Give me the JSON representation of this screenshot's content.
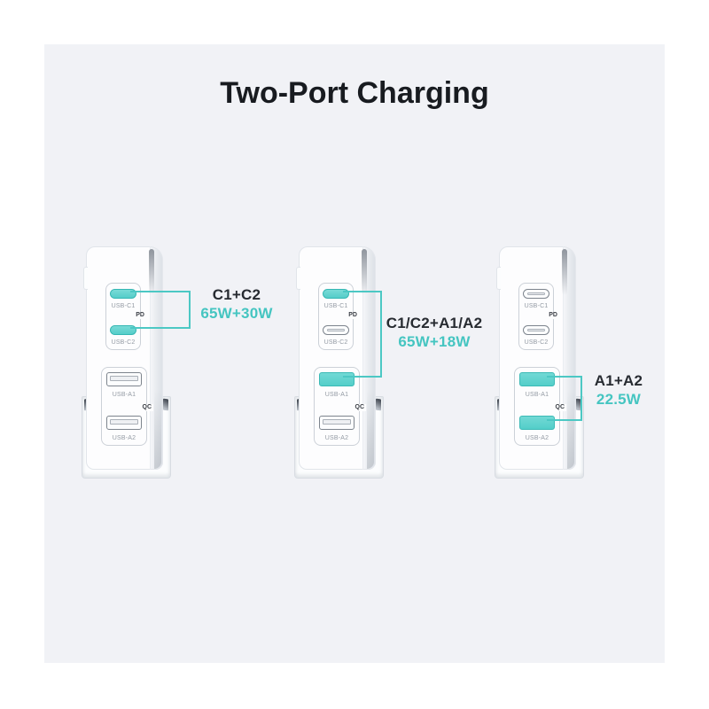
{
  "page": {
    "title": "Two-Port Charging"
  },
  "colors": {
    "card_bg": "#f1f2f6",
    "teal_accent": "#4cc8c4",
    "teal_text": "#45c5c1",
    "dark_text": "#272b31",
    "port_fill": "#5ed1cd"
  },
  "chargers": [
    {
      "id": "left",
      "pd": "PD",
      "qc": "QC",
      "callout": {
        "combo": "C1+C2",
        "power": "65W+30W"
      },
      "ports": {
        "c1": {
          "label": "USB-C1",
          "highlighted": true
        },
        "c2": {
          "label": "USB-C2",
          "highlighted": true
        },
        "a1": {
          "label": "USB-A1",
          "highlighted": false
        },
        "a2": {
          "label": "USB-A2",
          "highlighted": false
        }
      }
    },
    {
      "id": "middle",
      "pd": "PD",
      "qc": "QC",
      "callout": {
        "combo": "C1/C2+A1/A2",
        "power": "65W+18W"
      },
      "ports": {
        "c1": {
          "label": "USB-C1",
          "highlighted": true
        },
        "c2": {
          "label": "USB-C2",
          "highlighted": false
        },
        "a1": {
          "label": "USB-A1",
          "highlighted": true
        },
        "a2": {
          "label": "USB-A2",
          "highlighted": false
        }
      }
    },
    {
      "id": "right",
      "pd": "PD",
      "qc": "QC",
      "callout": {
        "combo": "A1+A2",
        "power": "22.5W"
      },
      "ports": {
        "c1": {
          "label": "USB-C1",
          "highlighted": false
        },
        "c2": {
          "label": "USB-C2",
          "highlighted": false
        },
        "a1": {
          "label": "USB-A1",
          "highlighted": true
        },
        "a2": {
          "label": "USB-A2",
          "highlighted": true
        }
      }
    }
  ]
}
